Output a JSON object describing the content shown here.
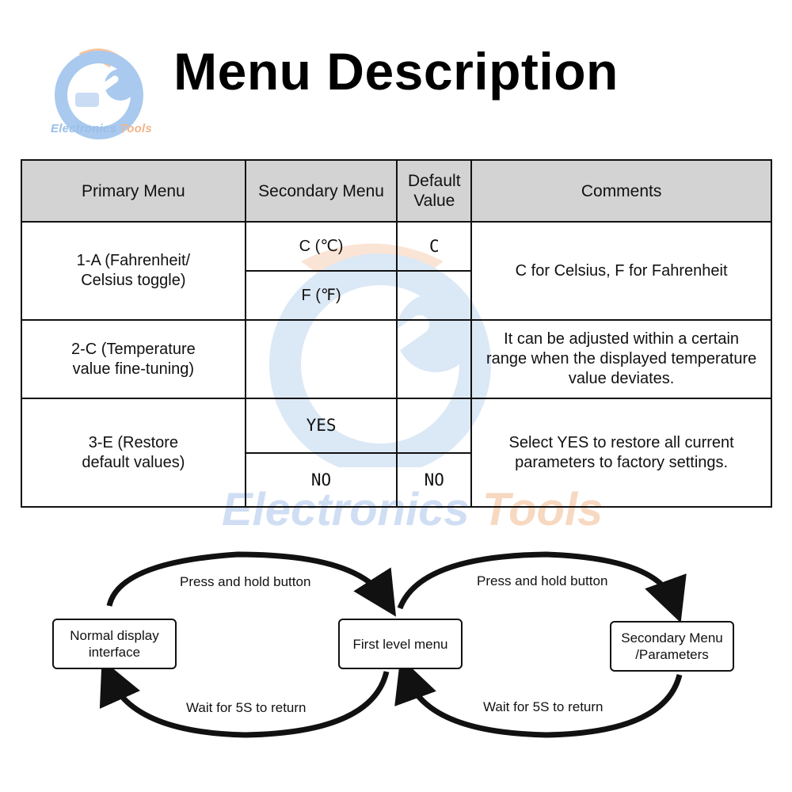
{
  "header": {
    "title": "Menu Description",
    "logo_text_part1": "Electronics",
    "logo_text_part2": "Tools"
  },
  "watermark": {
    "text_part1": "Electronics",
    "text_part2": "Tools"
  },
  "table": {
    "headers": [
      "Primary Menu",
      "Secondary Menu",
      "Default Value",
      "Comments"
    ],
    "rows": [
      {
        "primary": "1-A (Fahrenheit/ Celsius toggle)",
        "secondary": [
          "C (℃)",
          "F (℉)"
        ],
        "default": [
          "C",
          ""
        ],
        "comment": "C for Celsius, F for Fahrenheit"
      },
      {
        "primary": "2-C (Temperature value fine-tuning)",
        "secondary": [
          ""
        ],
        "default": [
          ""
        ],
        "comment": "It can be adjusted within a certain range when the displayed temperature value deviates."
      },
      {
        "primary": "3-E (Restore default values)",
        "secondary": [
          "YES",
          "NO"
        ],
        "default": [
          "",
          "NO"
        ],
        "comment": "Select YES to restore all current parameters to factory settings."
      }
    ]
  },
  "flow": {
    "nodes": {
      "normal": "Normal display interface",
      "first": "First level menu",
      "secondary": "Secondary Menu /Parameters"
    },
    "labels": {
      "left_top": "Press and hold button",
      "left_bottom": "Wait for 5S to return",
      "right_top": "Press and hold button",
      "right_bottom": "Wait for 5S to return"
    }
  },
  "colors": {
    "header_bg": "#d3d3d3",
    "logo_blue": "#9bbfe8",
    "logo_orange": "#f2b58a"
  }
}
